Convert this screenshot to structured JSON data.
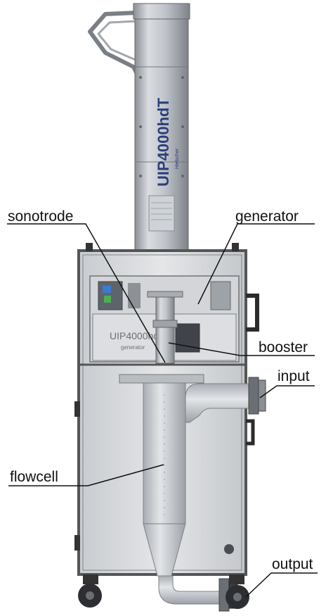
{
  "labels": {
    "sonotrode": "sonotrode",
    "generator": "generator",
    "booster": "booster",
    "input": "input",
    "flowcell": "flowcell",
    "output": "output"
  },
  "device": {
    "model_on_tube": "UIP4000hdT",
    "brand_on_tube": "Hielscher",
    "model_on_panel": "UIP4000hdT",
    "panel_subtitle": "generator"
  },
  "colors": {
    "frame": "#555555",
    "steel": "#b8bcc2",
    "steel_dark": "#8a8f96",
    "model_text": "#2a3f7a"
  }
}
